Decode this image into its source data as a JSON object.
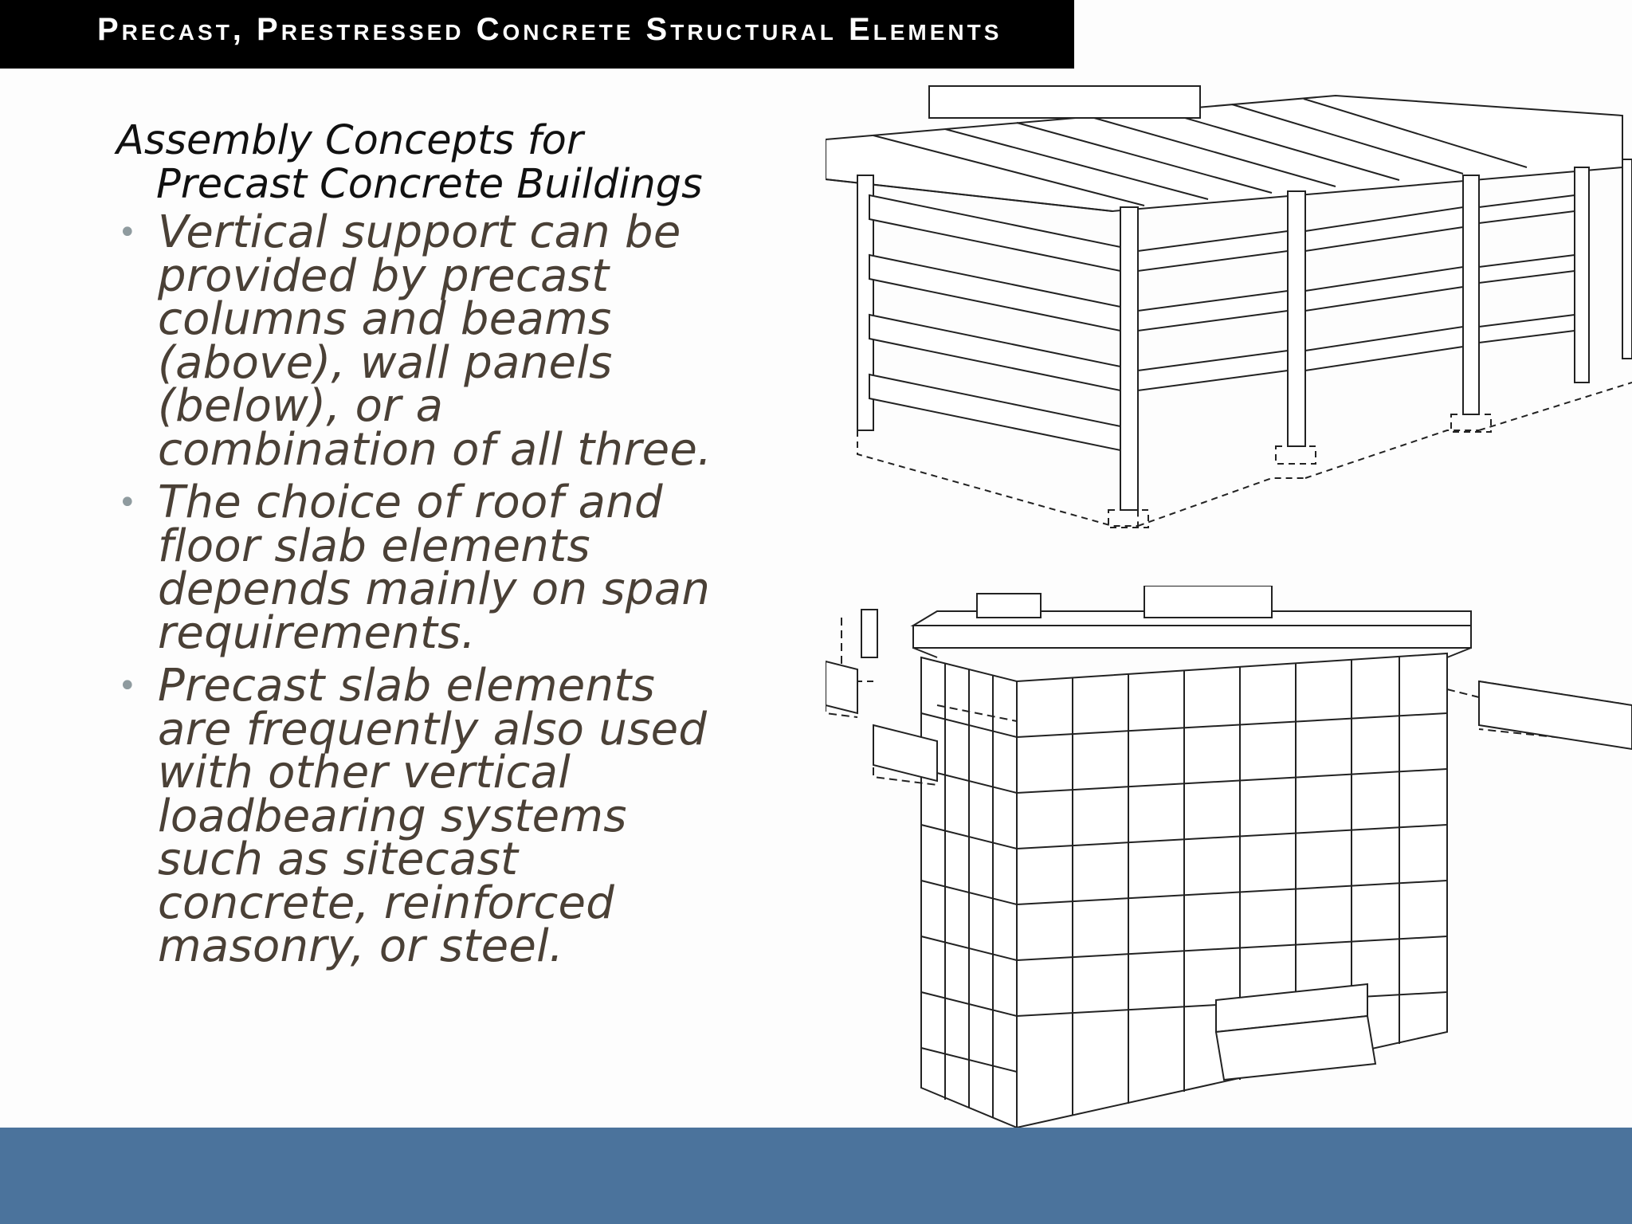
{
  "slide": {
    "title": "Precast, Prestressed Concrete Structural Elements",
    "heading": "Assembly Concepts for Precast Concrete Buildings",
    "bullets": [
      "Vertical support can be provided by precast columns and beams (above), wall panels (below), or a combination of all three.",
      "The choice of roof and floor slab elements depends mainly on span requirements.",
      "Precast slab elements are frequently also used with other vertical loadbearing systems such as sitecast concrete, reinforced masonry, or steel."
    ],
    "bullet_marker": "•"
  },
  "colors": {
    "title_bar": "#000000",
    "title_text": "#ffffff",
    "body_text": "#4a4036",
    "bullet_marker": "#8f9b9f",
    "footer_band": "#4b739c",
    "background": "#fdfdfd"
  },
  "figures": [
    {
      "name": "precast-column-beam-frame-drawing"
    },
    {
      "name": "precast-wall-panel-building-drawing"
    }
  ]
}
